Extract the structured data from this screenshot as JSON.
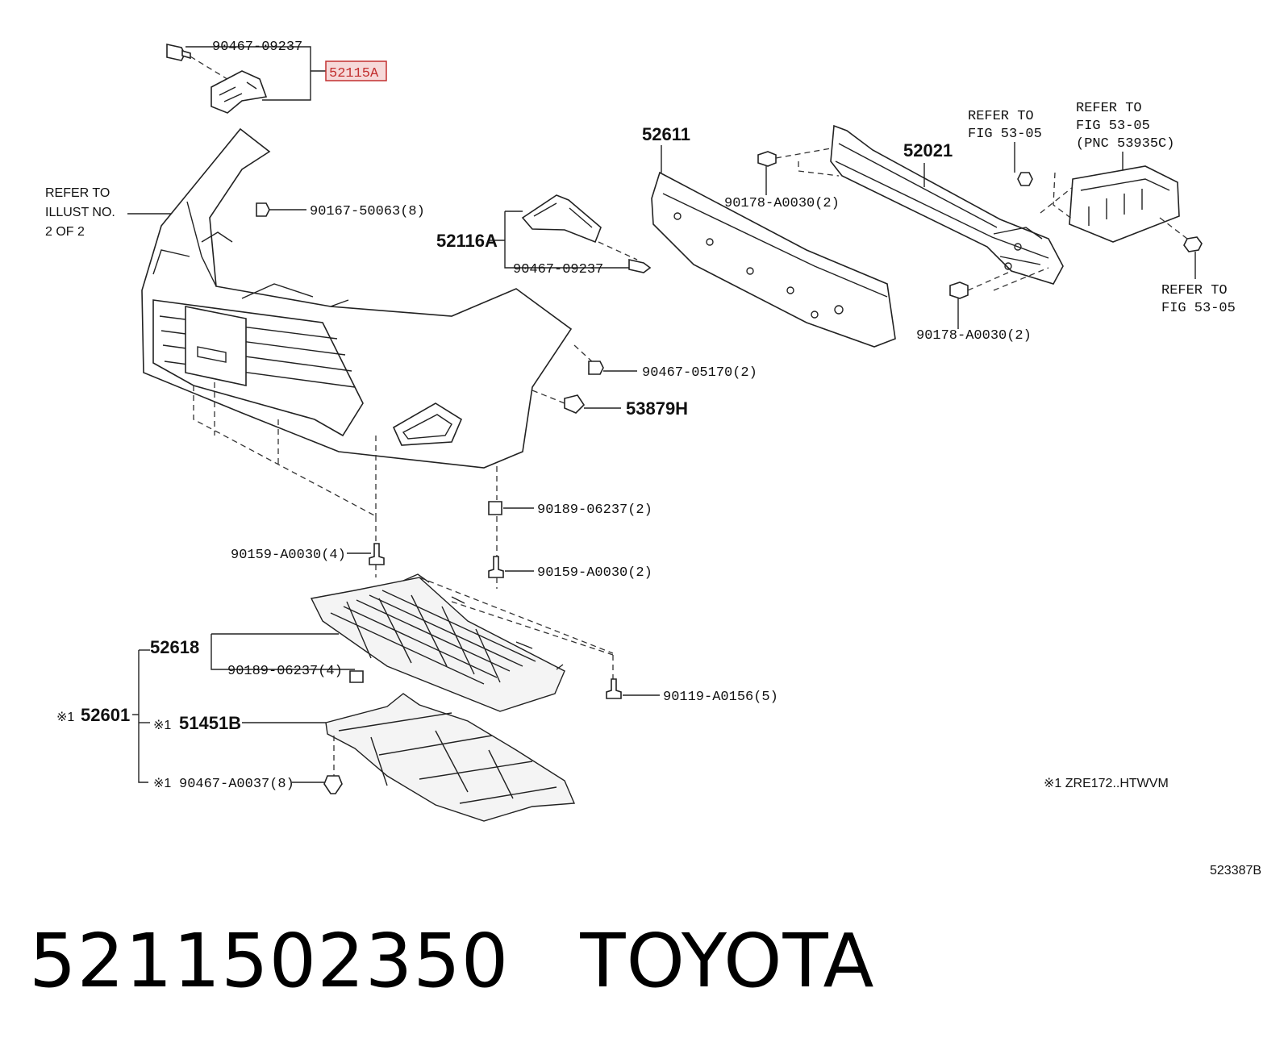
{
  "labels": {
    "p90467_09237_top": "90467-09237",
    "p52115A": "52115A",
    "refer_illust_1": "REFER TO",
    "refer_illust_2": "ILLUST NO.",
    "refer_illust_3": "2 OF 2",
    "p90167_50063": "90167-50063(8)",
    "p52116A": "52116A",
    "p90467_09237_mid": "90467-09237",
    "p52611": "52611",
    "p90178_A0030_left": "90178-A0030(2)",
    "p52021": "52021",
    "refer_fig_a_1": "REFER TO",
    "refer_fig_a_2": "FIG 53-05",
    "refer_fig_b_1": "REFER TO",
    "refer_fig_b_2": "FIG 53-05",
    "refer_fig_b_3": "(PNC 53935C)",
    "refer_fig_c_1": "REFER TO",
    "refer_fig_c_2": "FIG 53-05",
    "p90178_A0030_right": "90178-A0030(2)",
    "p90467_05170": "90467-05170(2)",
    "p53879H": "53879H",
    "p90189_06237_2": "90189-06237(2)",
    "p90159_A0030_4": "90159-A0030(4)",
    "p90159_A0030_2": "90159-A0030(2)",
    "p52618": "52618",
    "p90189_06237_4": "90189-06237(4)",
    "p90119_A0156": "90119-A0156(5)",
    "p52601": "52601",
    "p51451B": "51451B",
    "p90467_A0037": "90467-A0037(8)",
    "note_mark_1": "※1",
    "note_mark_2": "※1",
    "note_mark_3": "※1",
    "footnote": "※1 ZRE172..HTWVM",
    "diagram_code": "523387B"
  },
  "footer": {
    "part_number": "5211502350",
    "brand": "TOYOTA"
  },
  "highlight_color": "#c23030"
}
